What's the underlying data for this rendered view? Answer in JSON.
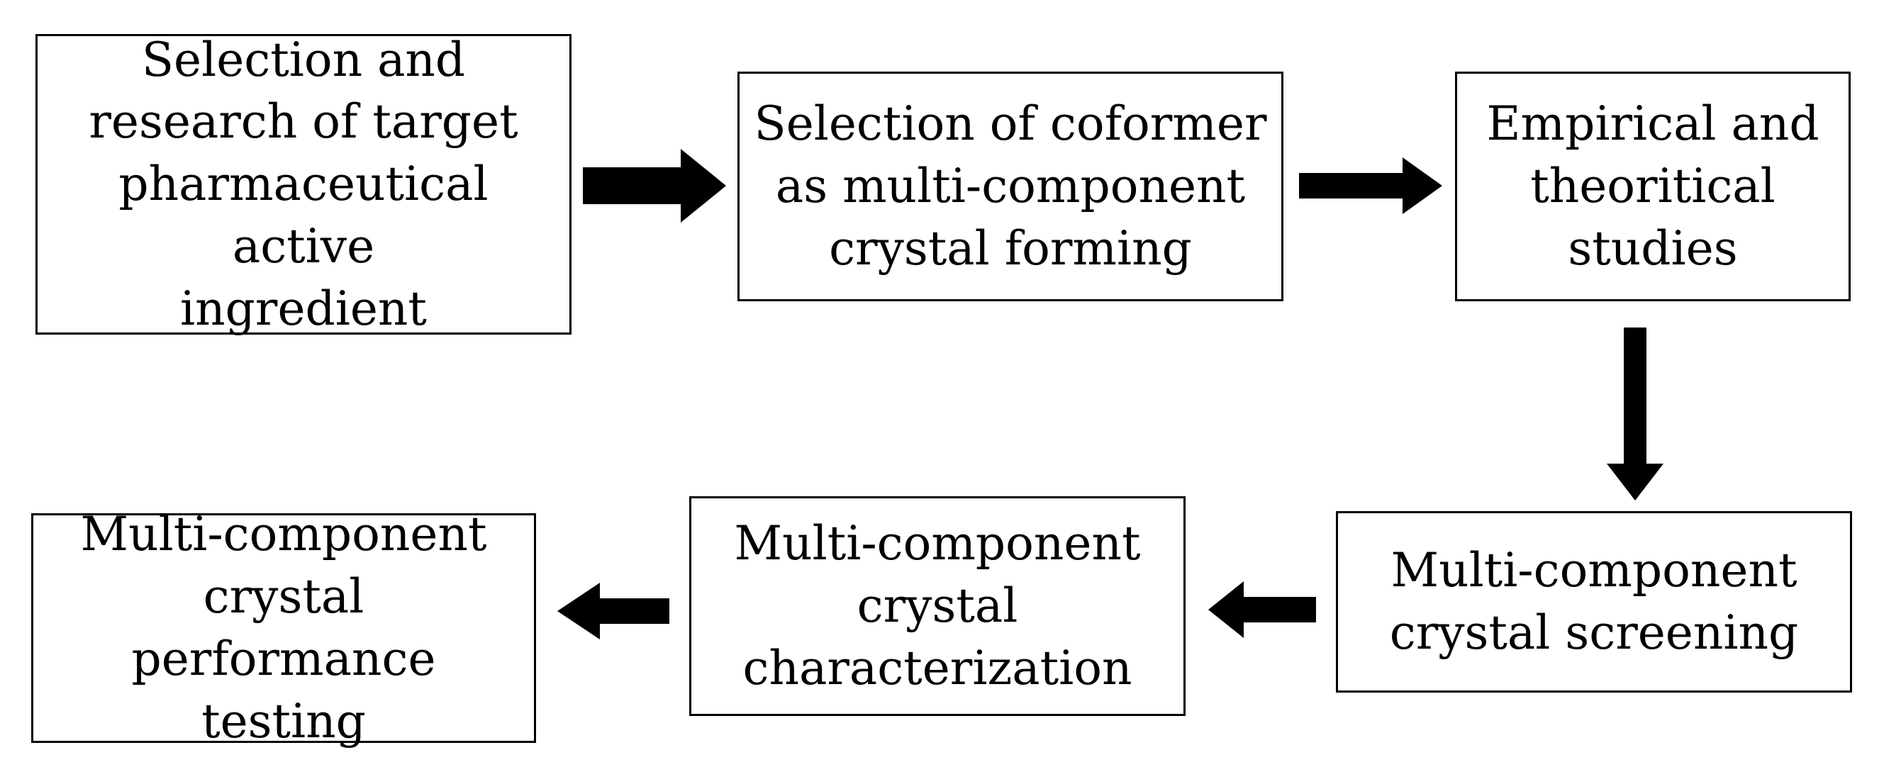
{
  "colors": {
    "stroke": "#000000",
    "fill": "#ffffff",
    "arrow": "#000000",
    "text": "#000000"
  },
  "steps": [
    {
      "id": "step-1",
      "text": "Selection and\nresearch of target\npharmaceutical active\ningredient"
    },
    {
      "id": "step-2",
      "text": "Selection of coformer\nas multi-component\ncrystal forming"
    },
    {
      "id": "step-3",
      "text": "Empirical and\ntheoritical\nstudies"
    },
    {
      "id": "step-4",
      "text": "Multi-component\ncrystal screening"
    },
    {
      "id": "step-5",
      "text": "Multi-component\ncrystal\ncharacterization"
    },
    {
      "id": "step-6",
      "text": "Multi-component\ncrystal performance\ntesting"
    }
  ],
  "connections": [
    {
      "from": "step-1",
      "to": "step-2"
    },
    {
      "from": "step-2",
      "to": "step-3"
    },
    {
      "from": "step-3",
      "to": "step-4"
    },
    {
      "from": "step-4",
      "to": "step-5"
    },
    {
      "from": "step-5",
      "to": "step-6"
    }
  ]
}
